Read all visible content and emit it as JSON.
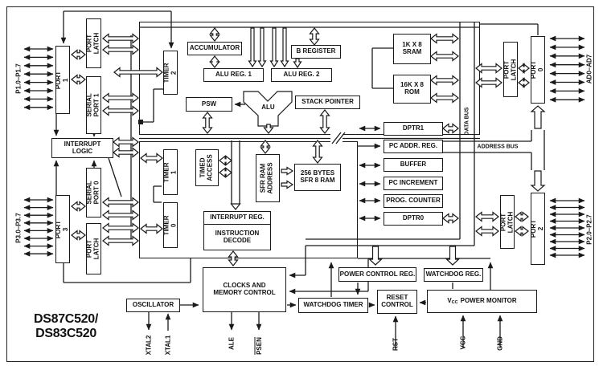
{
  "part_title": "DS87C520/\nDS83C520",
  "blocks": {
    "port1": "PORT 1",
    "port_latch_tl": "PORT LATCH",
    "serial_port_1": "SERIAL PORT 1",
    "interrupt_logic": "INTERRUPT\nLOGIC",
    "serial_port_0": "SERIAL PORT 0",
    "port_latch_bl": "PORT LATCH",
    "port3": "PORT 3",
    "timer2": "TIMER 2",
    "accumulator": "ACCUMULATOR",
    "b_register": "B REGISTER",
    "alu_reg_1": "ALU REG. 1",
    "alu_reg_2": "ALU REG. 2",
    "psw": "PSW",
    "alu": "ALU",
    "stack_pointer": "STACK POINTER",
    "sram": "1K X 8\nSRAM",
    "rom": "16K X 8\nROM",
    "port_latch_tr": "PORT LATCH",
    "port0": "PORT 0",
    "dptr1": "DPTR1",
    "pc_addr_reg": "PC ADDR. REG.",
    "buffer": "BUFFER",
    "pc_increment": "PC INCREMENT",
    "prog_counter": "PROG. COUNTER",
    "dptr0": "DPTR0",
    "port_latch_br": "PORT LATCH",
    "port2": "PORT 2",
    "timer1": "TIMER 1",
    "timer0": "TIMER 0",
    "timed_access": "TIMED\nACCESS",
    "sfr_ram_address": "SFR RAM\nADDRESS",
    "sfr_ram": "256 BYTES\nSFR 8 RAM",
    "interrupt_reg": "INTERRUPT REG.",
    "instruction_decode": "INSTRUCTION\nDECODE",
    "clocks": "CLOCKS AND\nMEMORY CONTROL",
    "watchdog_timer": "WATCHDOG TIMER",
    "power_control_reg": "POWER CONTROL REG.",
    "watchdog_reg": "WATCHDOG REG.",
    "reset_control": "RESET\nCONTROL",
    "oscillator": "OSCILLATOR",
    "vcc_monitor": {
      "prefix": "V",
      "sub": "CC",
      "rest": "POWER MONITOR"
    }
  },
  "buses": {
    "data_bus": "DATA BUS",
    "address_bus": "ADDRESS BUS"
  },
  "pins": {
    "p1": "P1.0–P1.7",
    "p3": "P3.0–P3.7",
    "ad": "AD0–AD7",
    "p2": "P2.0–P2.7",
    "xtal2": "XTAL2",
    "xtal1": "XTAL1",
    "ale": "ALE",
    "psen": "PSEN",
    "rst": "RST",
    "vcc": "VCC",
    "gnd": "GND"
  }
}
